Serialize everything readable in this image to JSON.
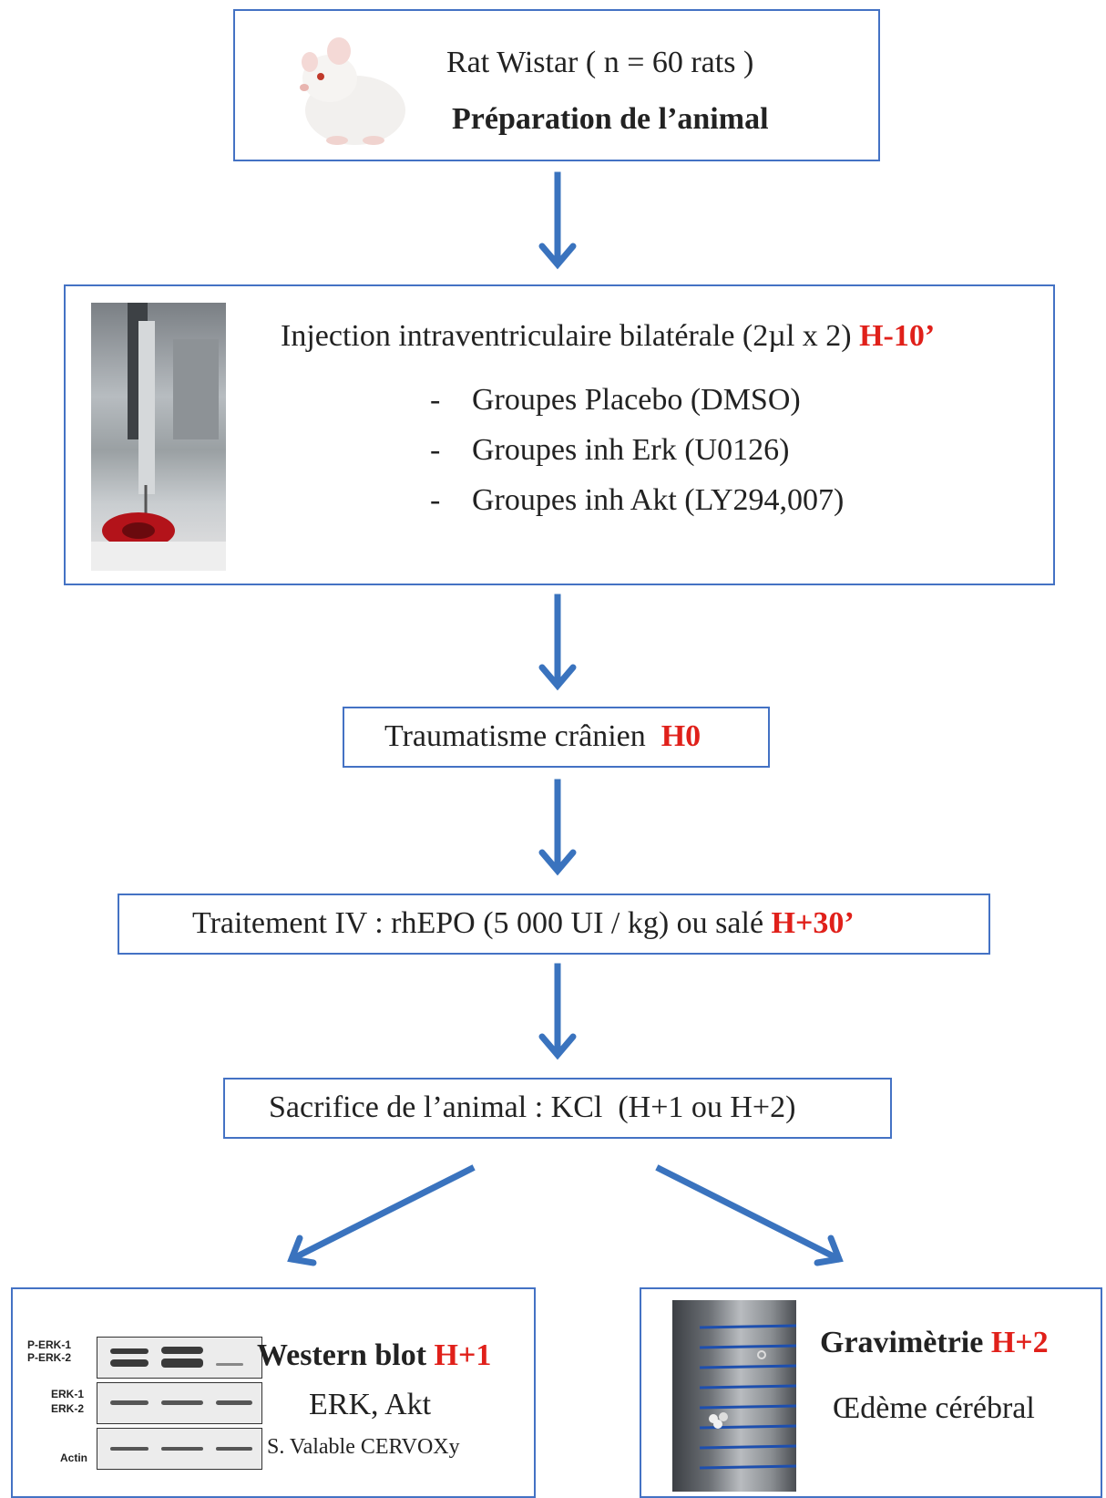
{
  "box1": {
    "line1": "Rat Wistar ( n = 60 rats )",
    "line2": "Préparation de l’animal",
    "image": "white-rat-photo"
  },
  "box2": {
    "title": "Injection intraventriculaire bilatérale (2µl x 2) ",
    "time": "H-10’",
    "dash": "-",
    "groups": [
      "Groupes Placebo (DMSO)",
      "Groupes inh Erk (U0126)",
      "Groupes inh Akt (LY294,007)"
    ],
    "image": "stereotaxic-surgery-photo"
  },
  "box3": {
    "label": "Traumatisme crânien  ",
    "time": "H0"
  },
  "box4": {
    "label": "Traitement IV : rhEPO (5 000 UI / kg) ou salé ",
    "time": "H+30’"
  },
  "box5": {
    "label": "Sacrifice de l’animal : KCl  (H+1 ou H+2)"
  },
  "box6": {
    "title": "Western blot ",
    "time": "H+1",
    "line2": "ERK, Akt",
    "line3": "S. Valable CERVOXy",
    "blot_labels": [
      "P-ERK-1",
      "P-ERK-2",
      "ERK-1",
      "ERK-2",
      "Actin"
    ]
  },
  "box7": {
    "title": "Gravimètrie ",
    "time": "H+2",
    "line2": "Œdème cérébral",
    "image": "graduated-cylinder-photo"
  },
  "colors": {
    "border": "#4472c4",
    "arrow": "#3a73be",
    "accent": "#e0201a"
  }
}
